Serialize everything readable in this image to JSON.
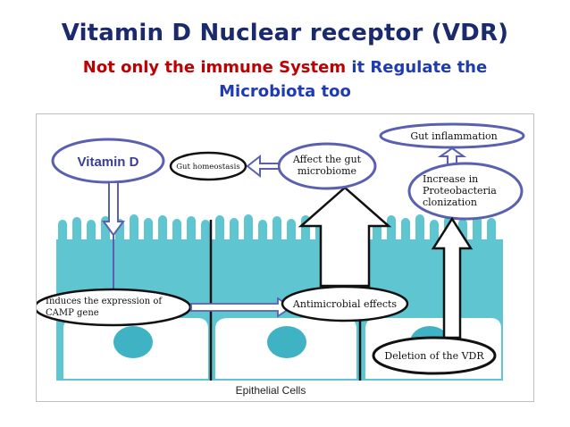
{
  "slide": {
    "title": "Vitamin D Nuclear receptor (VDR)",
    "subtitle_part1": "Not only the immune System",
    "subtitle_part2": "it Regulate the Microbiota too"
  },
  "diagram": {
    "vitamin_d": "Vitamin D",
    "gut_homeostasis": "Gut homeostasis",
    "affect_gut_line1": "Affect the gut",
    "affect_gut_line2": "microbiome",
    "gut_inflammation": "Gut inflammation",
    "increase_line1": "Increase in",
    "increase_line2": "Proteobacteria",
    "increase_line3": "clonization",
    "induces_line1": "Induces the expression of",
    "induces_line2": "CAMP gene",
    "antimicrobial": "Antimicrobial effects",
    "deletion": "Deletion of the VDR",
    "epithelial": "Epithelial Cells"
  },
  "colors": {
    "title": "#1a2a6c",
    "subtitle_red": "#c00000",
    "subtitle_blue": "#1f3bb3",
    "epithelium": "#5ec5d1",
    "nucleus": "#3fb3c4",
    "vitamin_d_text": "#3a3f8f",
    "arrow_outline": "#5a5fb0"
  }
}
